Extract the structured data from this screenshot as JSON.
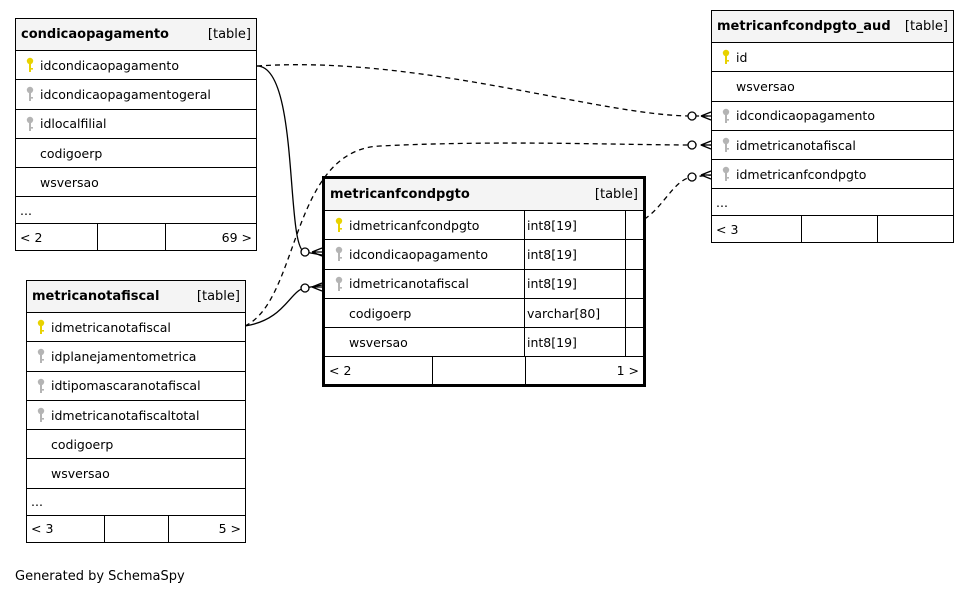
{
  "tables": {
    "condicaopagamento": {
      "name": "condicaopagamento",
      "type": "[table]",
      "columns": [
        {
          "name": "idcondicaopagamento",
          "key": "primary"
        },
        {
          "name": "idcondicaopagamentogeral",
          "key": "foreign"
        },
        {
          "name": "idlocalfilial",
          "key": "foreign"
        },
        {
          "name": "codigoerp",
          "key": "none"
        },
        {
          "name": "wsversao",
          "key": "none"
        }
      ],
      "more": "...",
      "footer": {
        "left": "< 2",
        "right": "69 >"
      }
    },
    "metricanotafiscal": {
      "name": "metricanotafiscal",
      "type": "[table]",
      "columns": [
        {
          "name": "idmetricanotafiscal",
          "key": "primary"
        },
        {
          "name": "idplanejamentometrica",
          "key": "foreign"
        },
        {
          "name": "idtipomascaranotafiscal",
          "key": "foreign"
        },
        {
          "name": "idmetricanotafiscaltotal",
          "key": "foreign"
        },
        {
          "name": "codigoerp",
          "key": "none"
        },
        {
          "name": "wsversao",
          "key": "none"
        }
      ],
      "more": "...",
      "footer": {
        "left": "< 3",
        "right": "5 >"
      }
    },
    "metricanfcondpgto": {
      "name": "metricanfcondpgto",
      "type": "[table]",
      "columns": [
        {
          "name": "idmetricanfcondpgto",
          "key": "primary",
          "type": "int8[19]"
        },
        {
          "name": "idcondicaopagamento",
          "key": "foreign",
          "type": "int8[19]"
        },
        {
          "name": "idmetricanotafiscal",
          "key": "foreign",
          "type": "int8[19]"
        },
        {
          "name": "codigoerp",
          "key": "none",
          "type": "varchar[80]"
        },
        {
          "name": "wsversao",
          "key": "none",
          "type": "int8[19]"
        }
      ],
      "footer": {
        "left": "< 2",
        "right": "1 >"
      }
    },
    "metricanfcondpgto_aud": {
      "name": "metricanfcondpgto_aud",
      "type": "[table]",
      "columns": [
        {
          "name": "id",
          "key": "primary"
        },
        {
          "name": "wsversao",
          "key": "none"
        },
        {
          "name": "idcondicaopagamento",
          "key": "foreign"
        },
        {
          "name": "idmetricanotafiscal",
          "key": "foreign"
        },
        {
          "name": "idmetricanfcondpgto",
          "key": "foreign"
        }
      ],
      "more": "...",
      "footer": {
        "left": "< 3",
        "right": ""
      }
    }
  },
  "footer_text": "Generated by SchemaSpy",
  "colors": {
    "primary_key": "#e8d200",
    "foreign_key": "#b4b4b4",
    "header_bg": "#f4f4f4"
  }
}
